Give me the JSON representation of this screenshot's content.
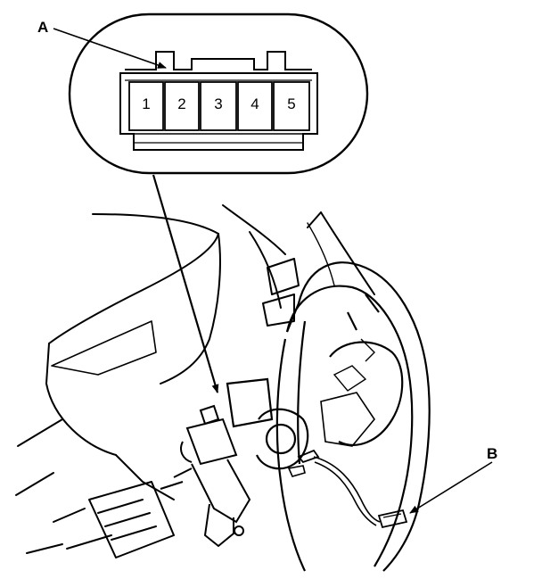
{
  "callouts": {
    "a": "A",
    "b": "B"
  },
  "connector": {
    "pins": [
      "1",
      "2",
      "3",
      "4",
      "5"
    ]
  }
}
